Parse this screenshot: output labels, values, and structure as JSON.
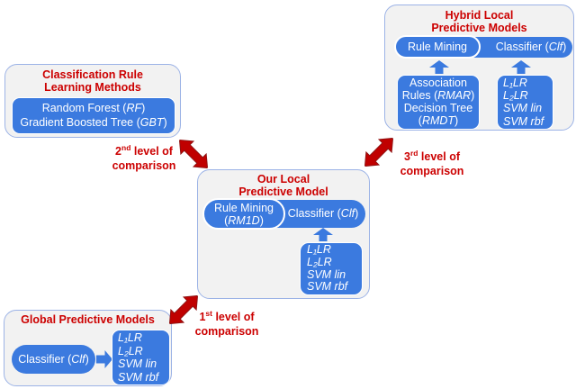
{
  "colors": {
    "blue": "#3B7ADF",
    "red": "#CC0000",
    "panel_fill": "#F2F2F2",
    "panel_border": "#9CB3E6"
  },
  "icons": {
    "up_arrow": "block-arrow-up",
    "right_arrow": "block-arrow-right",
    "comparison_arrow": "double-headed-block-arrow"
  },
  "hybrid_box": {
    "title": [
      "Hybrid Local",
      "Predictive Models"
    ],
    "rule_mining": "Rule Mining",
    "classifier": {
      "pre": "Classifier (",
      "abbr": "Clf",
      "post": ")"
    },
    "mining_methods": {
      "line1": "Association",
      "line2": {
        "pre": "Rules (",
        "abbr": "RMAR",
        "post": ")"
      },
      "line3": "Decision Tree",
      "line4": {
        "pre": "(",
        "abbr": "RMDT",
        "post": ")"
      }
    },
    "classifiers": [
      "L₁LR",
      "L₂LR",
      "SVM lin",
      "SVM rbf"
    ]
  },
  "classification_box": {
    "title": [
      "Classification Rule",
      "Learning Methods"
    ],
    "methods": [
      {
        "pre": "Random Forest (",
        "abbr": "RF",
        "post": ")"
      },
      {
        "pre": "Gradient Boosted Tree (",
        "abbr": "GBT",
        "post": ")"
      }
    ]
  },
  "local_box": {
    "title": [
      "Our Local",
      "Predictive Model"
    ],
    "rule_mining_line1": "Rule Mining",
    "rule_mining_line2": {
      "pre": "(",
      "abbr": "RM1D",
      "post": ")"
    },
    "classifier": {
      "pre": "Classifier (",
      "abbr": "Clf",
      "post": ")"
    },
    "classifiers": [
      "L₁LR",
      "L₂LR",
      "SVM lin",
      "SVM rbf"
    ]
  },
  "global_box": {
    "title": "Global Predictive Models",
    "classifier": {
      "pre": "Classifier (",
      "abbr": "Clf",
      "post": ")"
    },
    "classifiers": [
      "L₁LR",
      "L₂LR",
      "SVM lin",
      "SVM rbf"
    ]
  },
  "comparisons": {
    "level1": {
      "num": "1",
      "ord": "st",
      "rest": " level of",
      "line2": "comparison"
    },
    "level2": {
      "num": "2",
      "ord": "nd",
      "rest": " level of",
      "line2": "comparison"
    },
    "level3": {
      "num": "3",
      "ord": "rd",
      "rest": " level of",
      "line2": "comparison"
    }
  }
}
